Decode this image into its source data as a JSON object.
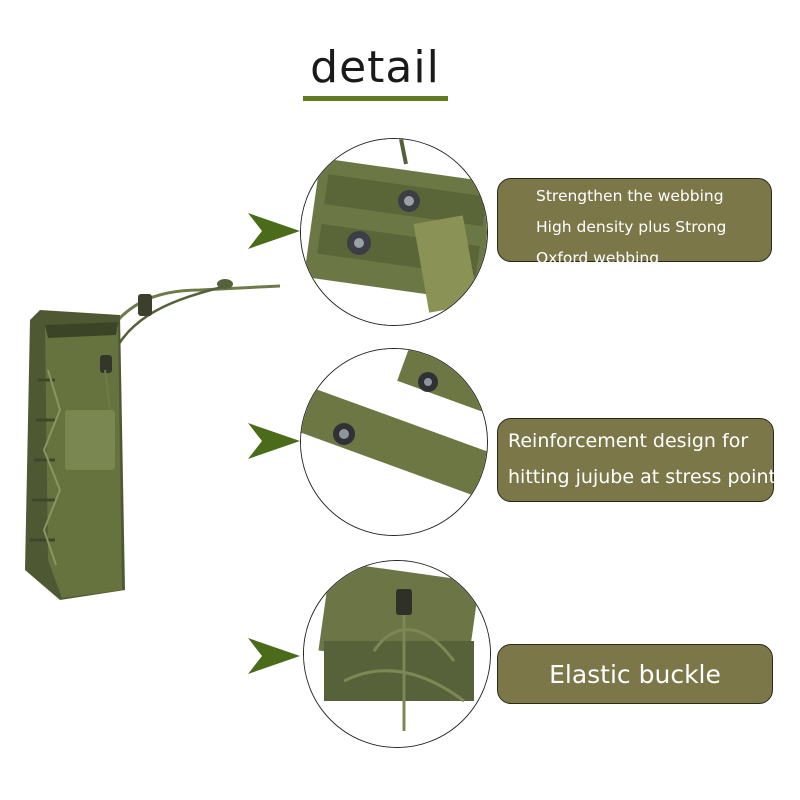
{
  "title": "detail",
  "colors": {
    "accent": "#5f7a1f",
    "label_box": "#7b7748",
    "fabric": "#5e6b3d",
    "arrow": "#4a6b1a"
  },
  "details": [
    {
      "lines": [
        "Strengthen the webbing",
        "High density plus Strong",
        "Oxford webbing"
      ]
    },
    {
      "lines": [
        "Reinforcement design for",
        "hitting jujube at stress point"
      ]
    },
    {
      "lines": [
        "Elastic buckle"
      ]
    }
  ]
}
